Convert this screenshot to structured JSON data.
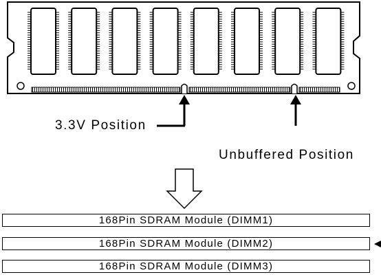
{
  "labels": {
    "voltage_position": "3.3V Position",
    "buffer_position": "Unbuffered Position"
  },
  "slots": [
    {
      "label": "168Pin SDRAM Module (DIMM1)"
    },
    {
      "label": "168Pin SDRAM Module (DIMM2)"
    },
    {
      "label": "168Pin SDRAM Module (DIMM3)"
    }
  ],
  "module": {
    "chip_count": 8
  }
}
